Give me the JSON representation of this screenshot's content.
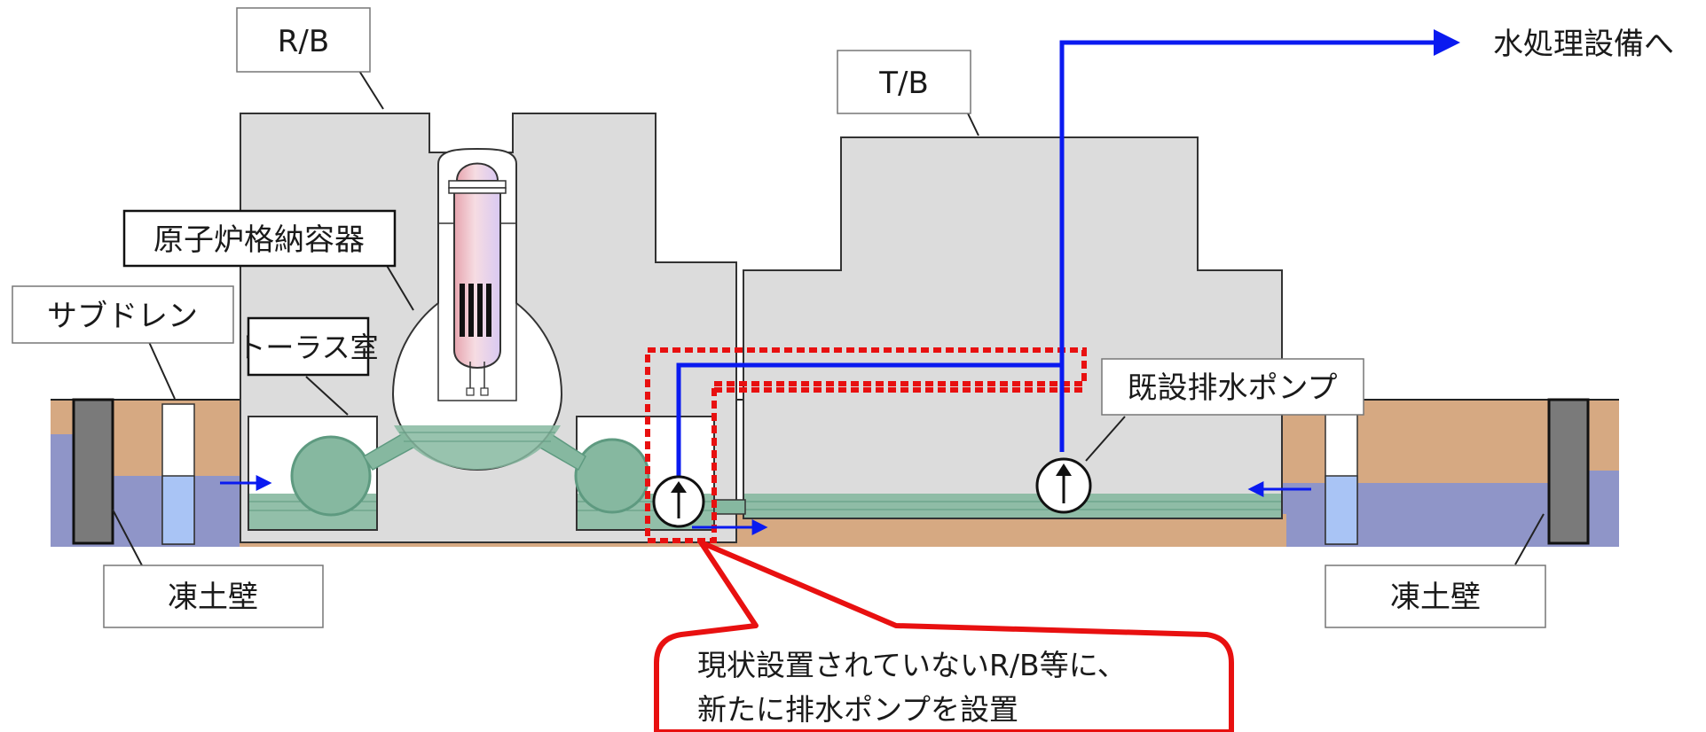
{
  "labels": {
    "rb": "R/B",
    "tb": "T/B",
    "containment": "原子炉格納容器",
    "subdrain": "サブドレン",
    "torus": "トーラス室",
    "frozen_wall_left": "凍土壁",
    "frozen_wall_right": "凍土壁",
    "existing_pump": "既設排水ポンプ",
    "water_treatment": "水処理設備へ"
  },
  "callout": {
    "line1": "現状設置されていないR/B等に、",
    "line2": "新たに排水ポンプを設置"
  },
  "colors": {
    "ground": "#D6A982",
    "groundwater": "#8F95C8",
    "building": "#DCDCDC",
    "stagnant_water": "#86B8A0",
    "pipe": "#0A1AF0",
    "highlight": "#E81010",
    "frozen_wall": "#7A7A7A",
    "subdrain_water": "#A9C4F5"
  }
}
